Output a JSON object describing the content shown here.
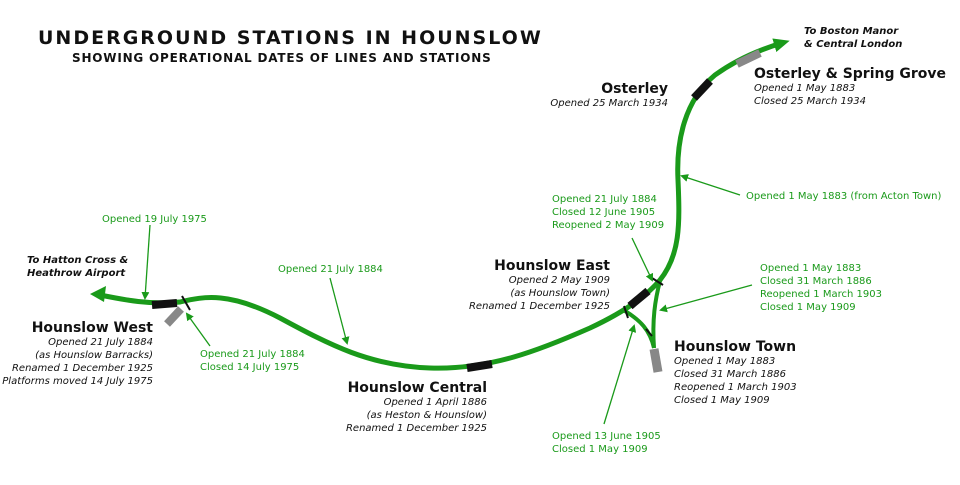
{
  "title": "UNDERGROUND STATIONS IN HOUNSLOW",
  "subtitle": "SHOWING OPERATIONAL DATES OF LINES AND STATIONS",
  "colors": {
    "line": "#1a9a1a",
    "open_station": "#111111",
    "closed_station": "#888888",
    "annotation": "#1a9a1a"
  },
  "destinations": {
    "east": [
      "To Boston Manor",
      "& Central London"
    ],
    "west": [
      "To Hatton Cross &",
      "Heathrow Airport"
    ]
  },
  "stations": [
    {
      "name": "Osterley",
      "lines": [
        "Opened 25 March 1934"
      ],
      "status": "open"
    },
    {
      "name": "Osterley & Spring Grove",
      "lines": [
        "Opened 1 May 1883",
        "Closed 25 March 1934"
      ],
      "status": "closed"
    },
    {
      "name": "Hounslow East",
      "lines": [
        "Opened 2 May 1909",
        "(as Hounslow Town)",
        "Renamed 1 December 1925"
      ],
      "status": "open"
    },
    {
      "name": "Hounslow Town",
      "lines": [
        "Opened 1 May 1883",
        "Closed 31 March 1886",
        "Reopened 1 March 1903",
        "Closed 1 May 1909"
      ],
      "status": "closed"
    },
    {
      "name": "Hounslow Central",
      "lines": [
        "Opened 1 April 1886",
        "(as Heston & Hounslow)",
        "Renamed 1 December 1925"
      ],
      "status": "open"
    },
    {
      "name": "Hounslow West",
      "lines": [
        "Opened 21 July 1884",
        "(as Hounslow Barracks)",
        "Renamed 1 December 1925",
        "Platforms moved 14 July 1975"
      ],
      "status": "open"
    }
  ],
  "annotations": [
    {
      "lines": [
        "Opened 1 May 1883 (from Acton Town)"
      ]
    },
    {
      "lines": [
        "Opened 21 July 1884",
        "Closed 12 June 1905",
        "Reopened 2 May 1909"
      ]
    },
    {
      "lines": [
        "Opened 1 May 1883",
        "Closed 31 March 1886",
        "Reopened 1 March 1903",
        "Closed 1 May 1909"
      ]
    },
    {
      "lines": [
        "Opened 13 June 1905",
        "Closed 1 May 1909"
      ]
    },
    {
      "lines": [
        "Opened 21 July 1884"
      ]
    },
    {
      "lines": [
        "Opened 19 July 1975"
      ]
    },
    {
      "lines": [
        "Opened 21 July 1884",
        "Closed 14 July 1975"
      ]
    }
  ]
}
